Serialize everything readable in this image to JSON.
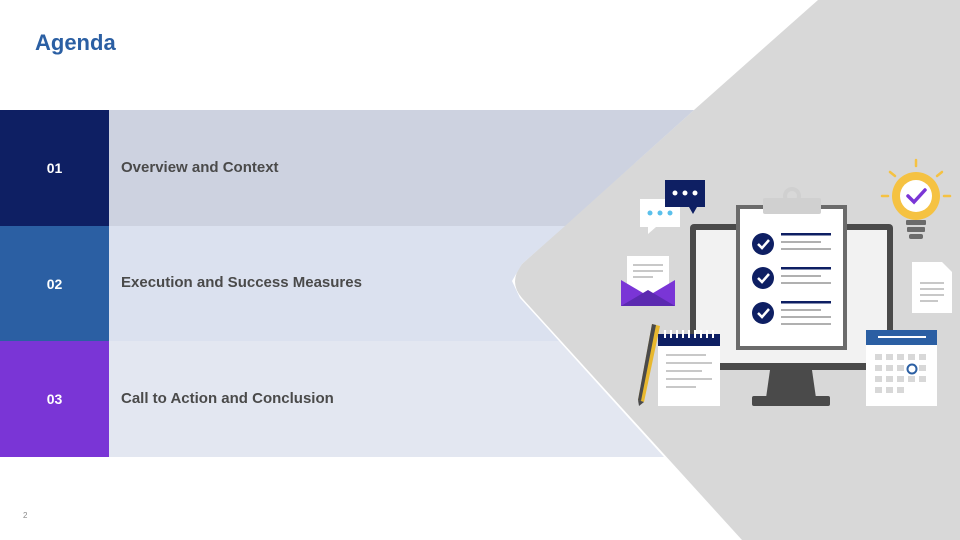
{
  "slide": {
    "title": "Agenda",
    "page_number": "2"
  },
  "agenda": {
    "items": [
      {
        "number": "01",
        "label": "Overview and Context"
      },
      {
        "number": "02",
        "label": "Execution and Success Measures"
      },
      {
        "number": "03",
        "label": "Call to Action and Conclusion"
      }
    ]
  },
  "colors": {
    "title": "#2b5fa3",
    "item1_box": "#0e1f63",
    "item2_box": "#2b5fa3",
    "item3_box": "#7a35d6",
    "band1": "#cdd2e0",
    "band2": "#dbe1ef",
    "band3": "#e3e7f1",
    "chevron_gray": "#d8d8d8"
  },
  "illustration": {
    "icons": [
      "chat-bubble-icon",
      "envelope-icon",
      "pen-icon",
      "notepad-icon",
      "monitor-icon",
      "clipboard-checklist-icon",
      "lightbulb-icon",
      "document-icon",
      "calendar-icon"
    ]
  }
}
